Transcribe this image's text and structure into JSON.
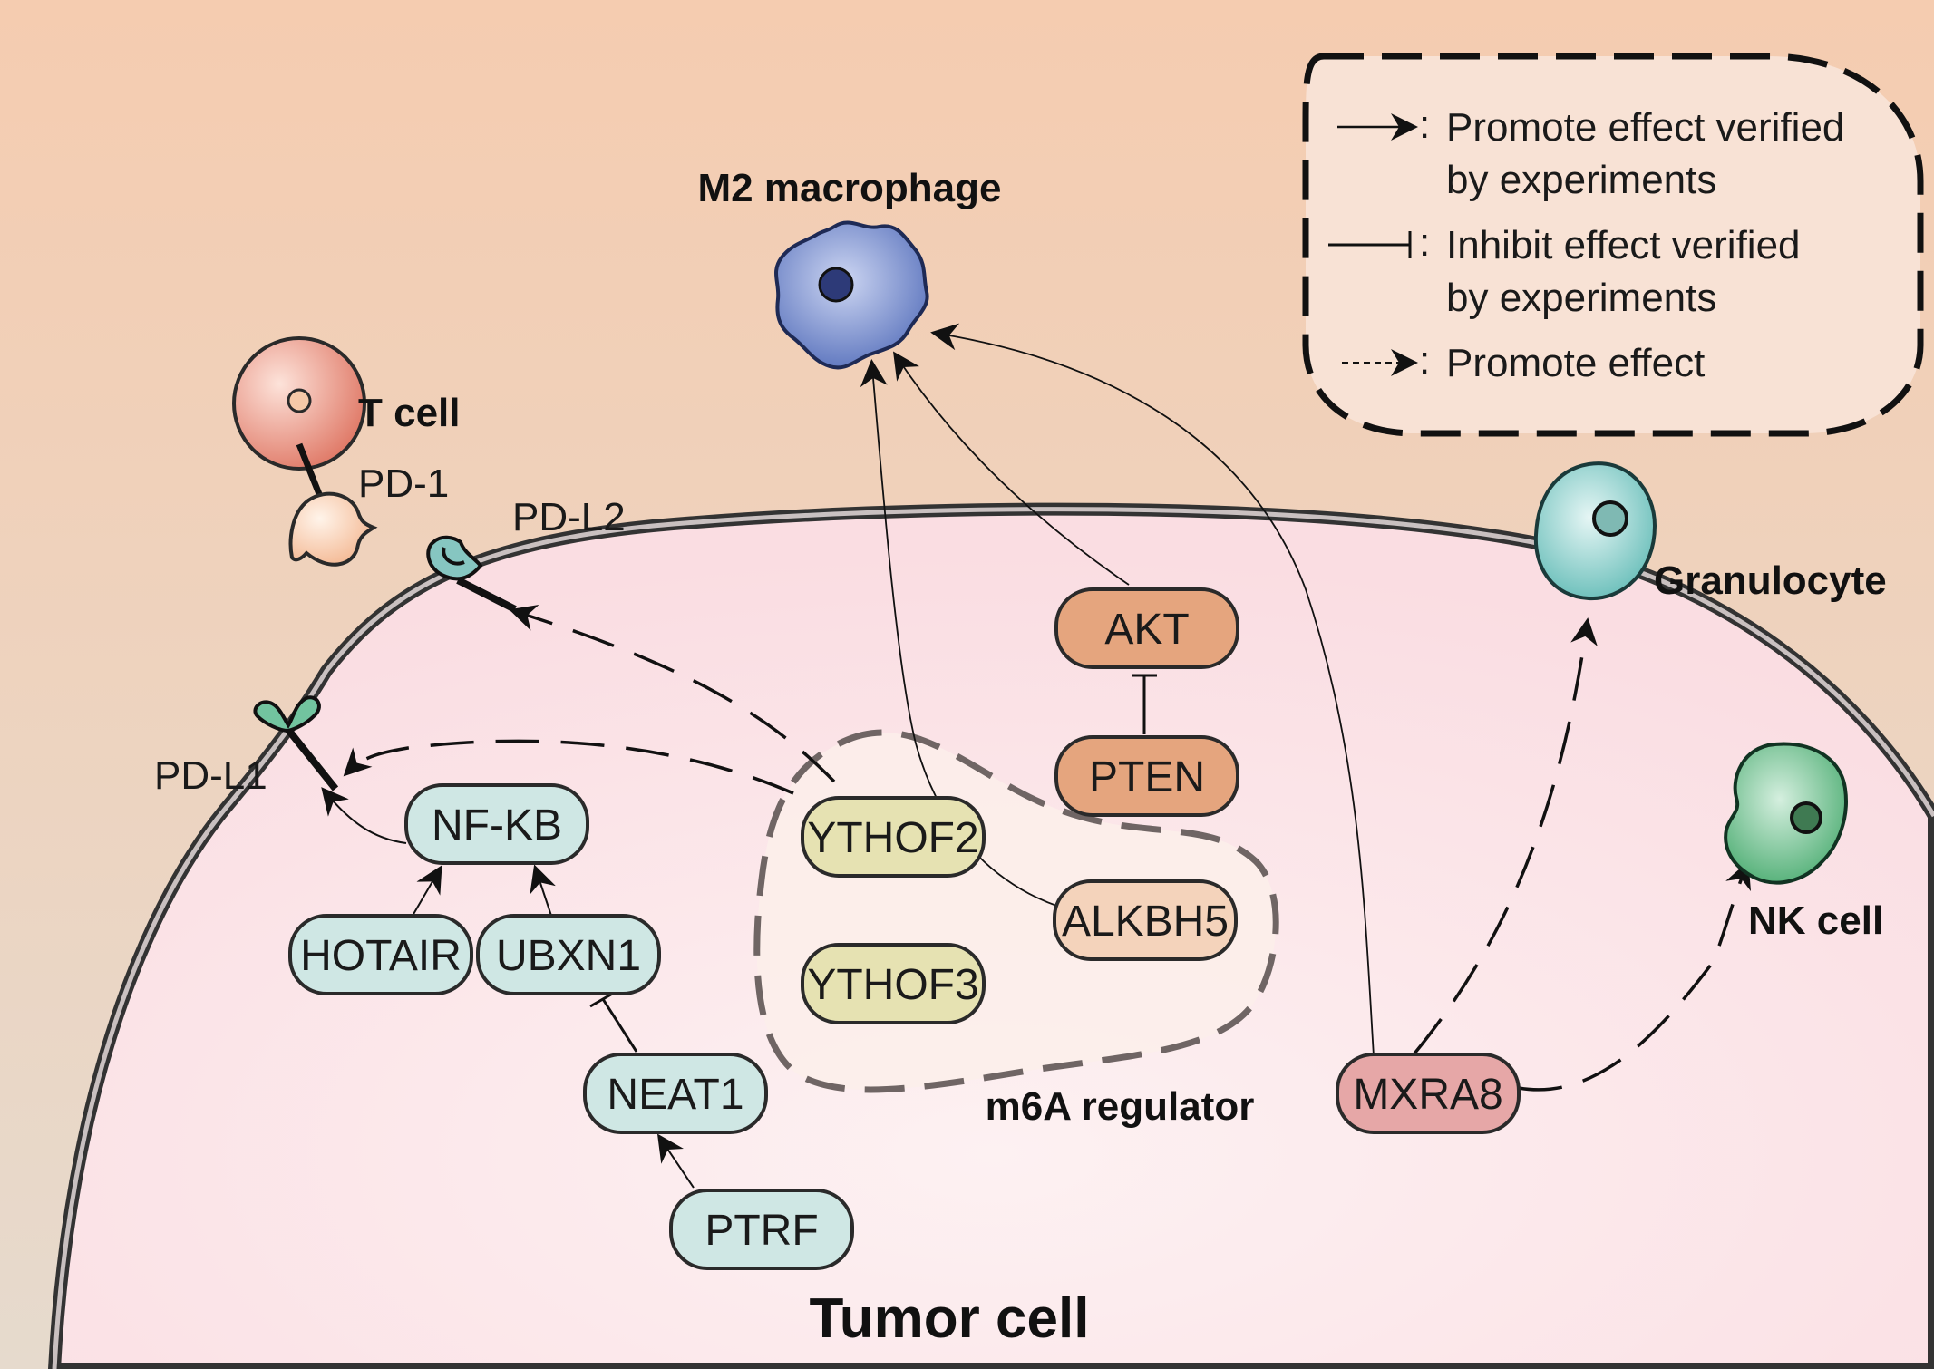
{
  "title": "",
  "labels": {
    "tumor_cell": "Tumor cell",
    "m2_macrophage": "M2 macrophage",
    "t_cell": "T cell",
    "pd1": "PD-1",
    "pdl2": "PD-L2",
    "pdl1": "PD-L1",
    "granulocyte": "Granulocyte",
    "nk_cell": "NK cell",
    "m6a_regulator": "m6A regulator"
  },
  "nodes": {
    "akt": "AKT",
    "pten": "PTEN",
    "ythdf2": "YTHOF2",
    "ythdf3": "YTHOF3",
    "alkbh5": "ALKBH5",
    "nfkb": "NF-KB",
    "hotair": "HOTAIR",
    "ubxn1": "UBXN1",
    "neat1": "NEAT1",
    "ptrf": "PTRF",
    "mxra8": "MXRA8"
  },
  "legend": {
    "promote_verified_1": "Promote effect verified",
    "promote_verified_2": "by experiments",
    "inhibit_verified_1": "Inhibit effect verified",
    "inhibit_verified_2": "by experiments",
    "promote": "Promote effect",
    "colon": ":"
  },
  "colors": {
    "bg_top": "#f5ccb0",
    "bg_bottom": "#e8d9cb",
    "tumor_fill": "#fbe0e4",
    "m6a_fill": "#fbece9",
    "blue_node": "#cfe7e4",
    "orange_node": "#e5a57e",
    "peach_node": "#f4d3bb",
    "yellow_node": "#e6e2b2",
    "red_node": "#e6a7a7",
    "macrophage": "#6f86c8",
    "t_cell": "#e58a79",
    "granulocyte": "#7fcac6",
    "nk_cell": "#6ec08e"
  }
}
